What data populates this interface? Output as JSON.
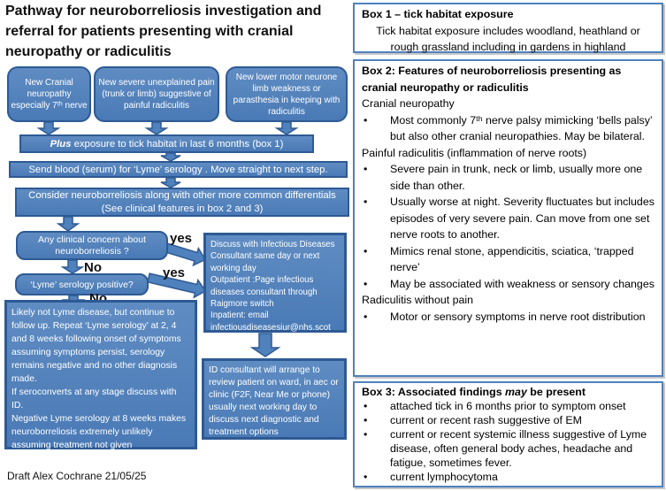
{
  "page": {
    "title": "Pathway for neuroborreliosis investigation and referral for patients presenting with cranial neuropathy or radiculitis",
    "footer": "Draft Alex Cochrane 21/05/25"
  },
  "colors": {
    "flow_box_fill": "#4f81bd",
    "flow_box_border": "#2e5a94",
    "info_box_border": "#4f81bd",
    "text_on_blue": "#ffffff",
    "text_on_white": "#000000"
  },
  "flow": {
    "entry_boxes": [
      {
        "text": "New Cranial neuropathy especially 7ᵗʰ nerve"
      },
      {
        "text": "New severe unexplained pain (trunk or limb) suggestive of painful radiculitis"
      },
      {
        "text": "New lower motor neurone limb weakness or parasthesia in keeping with radiculitis"
      }
    ],
    "plus_bar": {
      "emphasis": "Plus",
      "text": " exposure to tick habitat in last 6 months (box 1)"
    },
    "send_bar": {
      "text": "Send blood (serum) for ‘Lyme’ serology . Move straight to next step."
    },
    "consider_bar": {
      "line1": "Consider neuroborreliosis along with other more common differentials",
      "line2": "(See clinical features in box 2 and 3)"
    },
    "concern_box": {
      "text": "Any clinical concern about neuroborreliosis ?"
    },
    "serology_box": {
      "text": "‘Lyme’ serology positive?"
    },
    "labels": {
      "yes1": "yes",
      "no1": "No",
      "yes2": "yes",
      "no2": "No"
    },
    "likely_box": {
      "p1": "Likely not Lyme disease, but continue to follow up. Repeat ‘Lyme serology’ at 2, 4 and 8 weeks following onset of symptoms assuming symptoms persist, serology remains negative and no other diagnosis made.",
      "p2": "If seroconverts at any stage discuss with ID.",
      "p3": "Negative Lyme serology at 8 weeks makes neuroborreliosis extremely unlikely assuming treatment not given"
    },
    "discuss_box": {
      "p1": "Discuss with  Infectious Diseases Consultant same day or next working day",
      "p2": "Outpatient :Page infectious diseases consultant through Raigmore switch",
      "p3": "Inpatient: email infectiousdiseasesiur@nhs.scot"
    },
    "id_box": {
      "text": "ID consultant will arrange to review patient on ward, in aec or clinic  (F2F, Near Me or phone) usually next working day to discuss next diagnostic and treatment options"
    }
  },
  "info_boxes": {
    "box1": {
      "title": "Box 1 – tick habitat exposure",
      "body": "Tick habitat exposure includes woodland, heathland or rough grassland including in gardens in highland"
    },
    "box2": {
      "title": "Box 2: Features of neuroborreliosis presenting as cranial neuropathy or radiculitis",
      "items": [
        {
          "type": "heading",
          "text": "Cranial neuropathy"
        },
        {
          "type": "bullet",
          "text": "Most commonly 7ᵗʰ nerve palsy mimicking ‘bells palsy’ but also other cranial neuropathies. May be bilateral."
        },
        {
          "type": "heading",
          "text": "Painful radiculitis (inflammation of nerve roots)"
        },
        {
          "type": "bullet",
          "text": "Severe pain in trunk, neck or limb, usually more one side than other."
        },
        {
          "type": "bullet",
          "text": "Usually worse at night. Severity fluctuates but includes episodes of very severe pain. Can move from one set nerve roots to another."
        },
        {
          "type": "bullet",
          "text": "Mimics renal stone, appendicitis, sciatica, ‘trapped nerve’"
        },
        {
          "type": "bullet",
          "text": "May be associated with weakness or sensory changes"
        },
        {
          "type": "heading",
          "text": "Radiculitis without pain"
        },
        {
          "type": "bullet",
          "text": "Motor or sensory symptoms in nerve root distribution"
        }
      ]
    },
    "box3": {
      "title_prefix": "Box 3:  Associated findings ",
      "title_emphasis": "may",
      "title_suffix": " be present",
      "bullets": [
        "attached tick in 6 months prior to symptom onset",
        "current or recent rash suggestive of EM",
        "current or recent systemic illness suggestive of Lyme disease, often general body aches, headache and fatigue, sometimes fever.",
        "current lymphocytoma"
      ]
    }
  }
}
